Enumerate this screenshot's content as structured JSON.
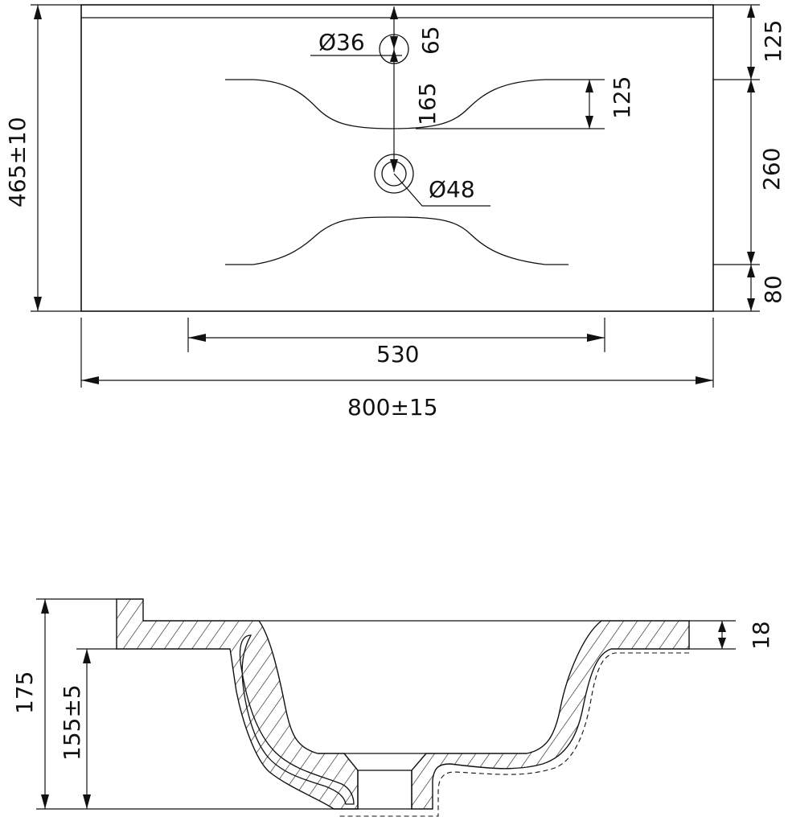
{
  "top_view": {
    "width_dim": "800±15",
    "depth_dim": "465±10",
    "bowl_width_dim": "530",
    "tap_hole_dim": "Ø36",
    "drain_dim": "Ø48",
    "tap_offset_dim": "65",
    "tap_to_drain_dim": "165",
    "bowl_top_margin_dim": "125",
    "right_top_dim": "125",
    "right_mid_dim": "260",
    "right_bottom_dim": "80"
  },
  "section_view": {
    "total_height_dim": "175",
    "bowl_height_dim": "155±5",
    "rim_thickness_dim": "18"
  },
  "colors": {
    "line": "#111111",
    "background": "#ffffff"
  }
}
